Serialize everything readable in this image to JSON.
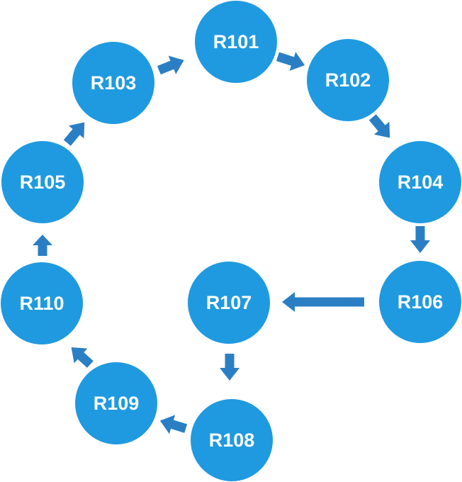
{
  "colors": {
    "node_fill": "#1f9ae0",
    "arrow_fill": "#2a7fc4",
    "label_color": "#ffffff"
  },
  "nodes": [
    {
      "id": "R101",
      "label": "R101"
    },
    {
      "id": "R102",
      "label": "R102"
    },
    {
      "id": "R103",
      "label": "R103"
    },
    {
      "id": "R104",
      "label": "R104"
    },
    {
      "id": "R105",
      "label": "R105"
    },
    {
      "id": "R106",
      "label": "R106"
    },
    {
      "id": "R107",
      "label": "R107"
    },
    {
      "id": "R108",
      "label": "R108"
    },
    {
      "id": "R109",
      "label": "R109"
    },
    {
      "id": "R110",
      "label": "R110"
    }
  ],
  "edges": [
    {
      "from": "R101",
      "to": "R102"
    },
    {
      "from": "R102",
      "to": "R104"
    },
    {
      "from": "R104",
      "to": "R106"
    },
    {
      "from": "R106",
      "to": "R107"
    },
    {
      "from": "R107",
      "to": "R108"
    },
    {
      "from": "R108",
      "to": "R109"
    },
    {
      "from": "R109",
      "to": "R110"
    },
    {
      "from": "R110",
      "to": "R105"
    },
    {
      "from": "R105",
      "to": "R103"
    },
    {
      "from": "R103",
      "to": "R101"
    }
  ]
}
